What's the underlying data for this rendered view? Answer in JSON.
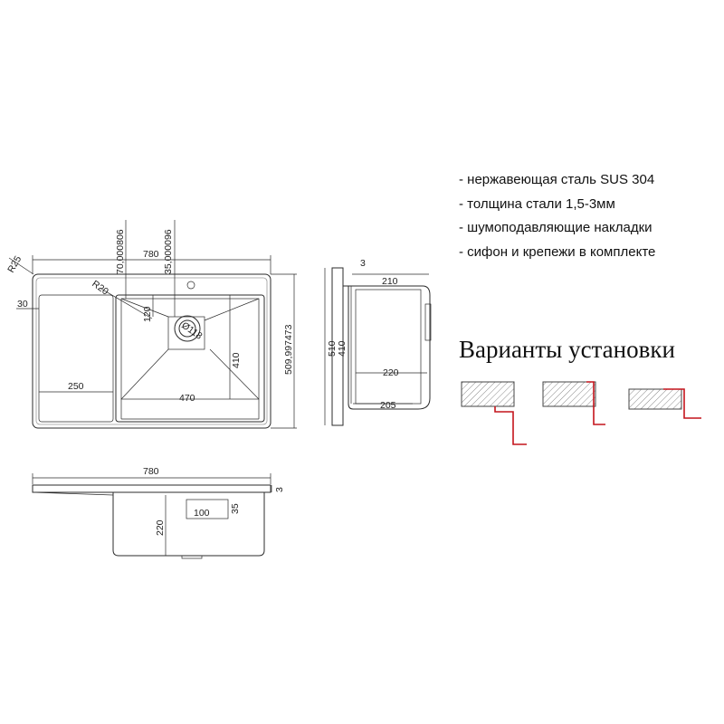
{
  "specs": [
    "- нержавеющая сталь SUS 304",
    "- толщина стали 1,5-3мм",
    "- шумоподавляющие накладки",
    "- сифон и крепежи в комплекте"
  ],
  "variants_title": "Варианты установки",
  "top_view": {
    "width_label": "780",
    "offset_label_1": "70,000806",
    "offset_label_2": "35,000096",
    "corner_radius_label": "R25",
    "inner_radius_label": "R20",
    "left_margin_label": "30",
    "drain_offset_label": "120",
    "drain_label": "Ø118",
    "drainboard_label": "250",
    "bowl_width_label": "470",
    "bowl_depth_label": "410",
    "total_depth_label": "509,997473"
  },
  "side_view": {
    "thickness_label": "3",
    "top_label": "210",
    "depth_label": "510",
    "bowl_label": "410",
    "mid_label": "220",
    "bottom_label": "205"
  },
  "front_view": {
    "width_label": "780",
    "height_label": "220",
    "drain_width_label": "100",
    "drain_height_label": "35",
    "thickness_label": "3"
  },
  "colors": {
    "line": "#2b2b2b",
    "accent": "#c4141c"
  }
}
